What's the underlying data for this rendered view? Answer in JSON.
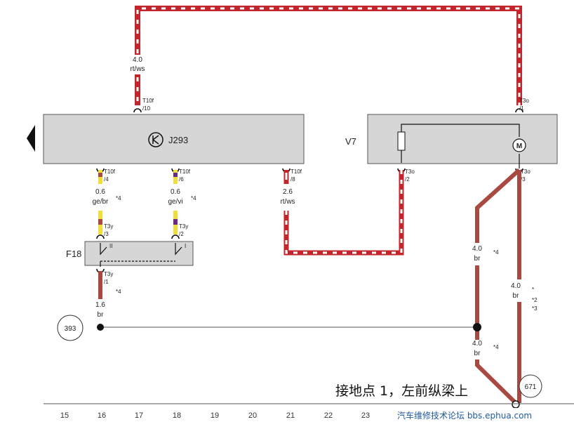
{
  "components": {
    "j293": {
      "name": "J293"
    },
    "v7": {
      "name": "V7"
    },
    "f18": {
      "name": "F18",
      "contact_a": "II",
      "contact_b": "I"
    }
  },
  "wires": [
    {
      "id": "top",
      "size": "4.0",
      "color": "rt/ws",
      "pin": "T10f",
      "pin_no": "/10"
    },
    {
      "id": "p4",
      "size": "0.6",
      "color": "ge/br",
      "pin": "T10f",
      "pin_no": "/4",
      "note": "*4"
    },
    {
      "id": "p6",
      "size": "0.6",
      "color": "ge/vi",
      "pin": "T10f",
      "pin_no": "/6",
      "note": "*4"
    },
    {
      "id": "p8",
      "size": "2.6",
      "color": "rt/ws",
      "pin": "T10f",
      "pin_no": "/8"
    },
    {
      "id": "f1",
      "size": "1.6",
      "color": "br",
      "pin": "T3y",
      "pin_no": "/1",
      "note": "*4"
    },
    {
      "id": "v1",
      "pin": "T3o",
      "pin_no": "/1"
    },
    {
      "id": "v2",
      "pin": "T3o",
      "pin_no": "/2"
    },
    {
      "id": "v3",
      "pin": "T3o",
      "pin_no": "/3"
    },
    {
      "id": "fy3",
      "pin": "T3y",
      "pin_no": "/3"
    },
    {
      "id": "fy2",
      "pin": "T3y",
      "pin_no": "/2"
    },
    {
      "id": "br1",
      "size": "4.0",
      "color": "br",
      "note": "*4"
    },
    {
      "id": "br2",
      "size": "4.0",
      "color": "br",
      "note": "*\n*2\n*3"
    },
    {
      "id": "br3",
      "size": "4.0",
      "color": "br",
      "note": "*4"
    }
  ],
  "notes": {
    "br2_a": "*",
    "br2_b": "*2",
    "br2_c": "*3"
  },
  "grounds": {
    "g393": "393",
    "g671": "671"
  },
  "ground_label": "接地点 1，左前纵梁上",
  "axis": [
    "15",
    "16",
    "17",
    "18",
    "19",
    "20",
    "21",
    "22",
    "23"
  ],
  "watermark": "汽车维修技术论坛 bbs.ephua.com",
  "colors": {
    "red": "#c0262b",
    "brown": "#a84a42",
    "yellow": "#f0df3a",
    "violet": "#6b2a8a",
    "box_fill": "#d6d6d6"
  }
}
